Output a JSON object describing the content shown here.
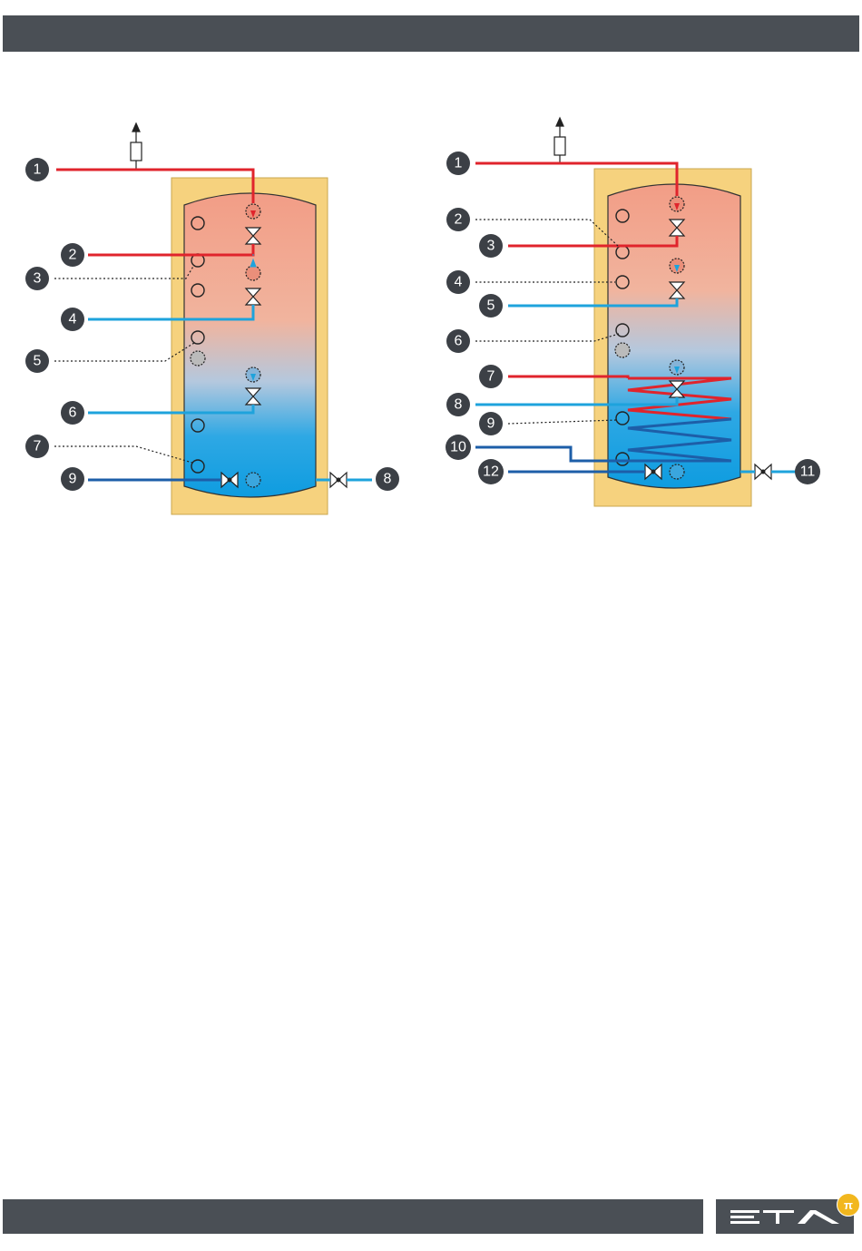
{
  "colors": {
    "header": "#4a4f55",
    "insulation": "#f6d27e",
    "hot_water": "#e0242c",
    "cold_water": "#1ea3dc",
    "return_line": "#1d5ea8",
    "badge": "#3c4046"
  },
  "logo": {
    "text": "ETA"
  },
  "diagram_left": {
    "labels": [
      "1",
      "2",
      "3",
      "4",
      "5",
      "6",
      "7",
      "9",
      "8"
    ]
  },
  "diagram_right": {
    "labels": [
      "1",
      "2",
      "3",
      "4",
      "5",
      "6",
      "7",
      "8",
      "9",
      "10",
      "12",
      "11"
    ]
  }
}
